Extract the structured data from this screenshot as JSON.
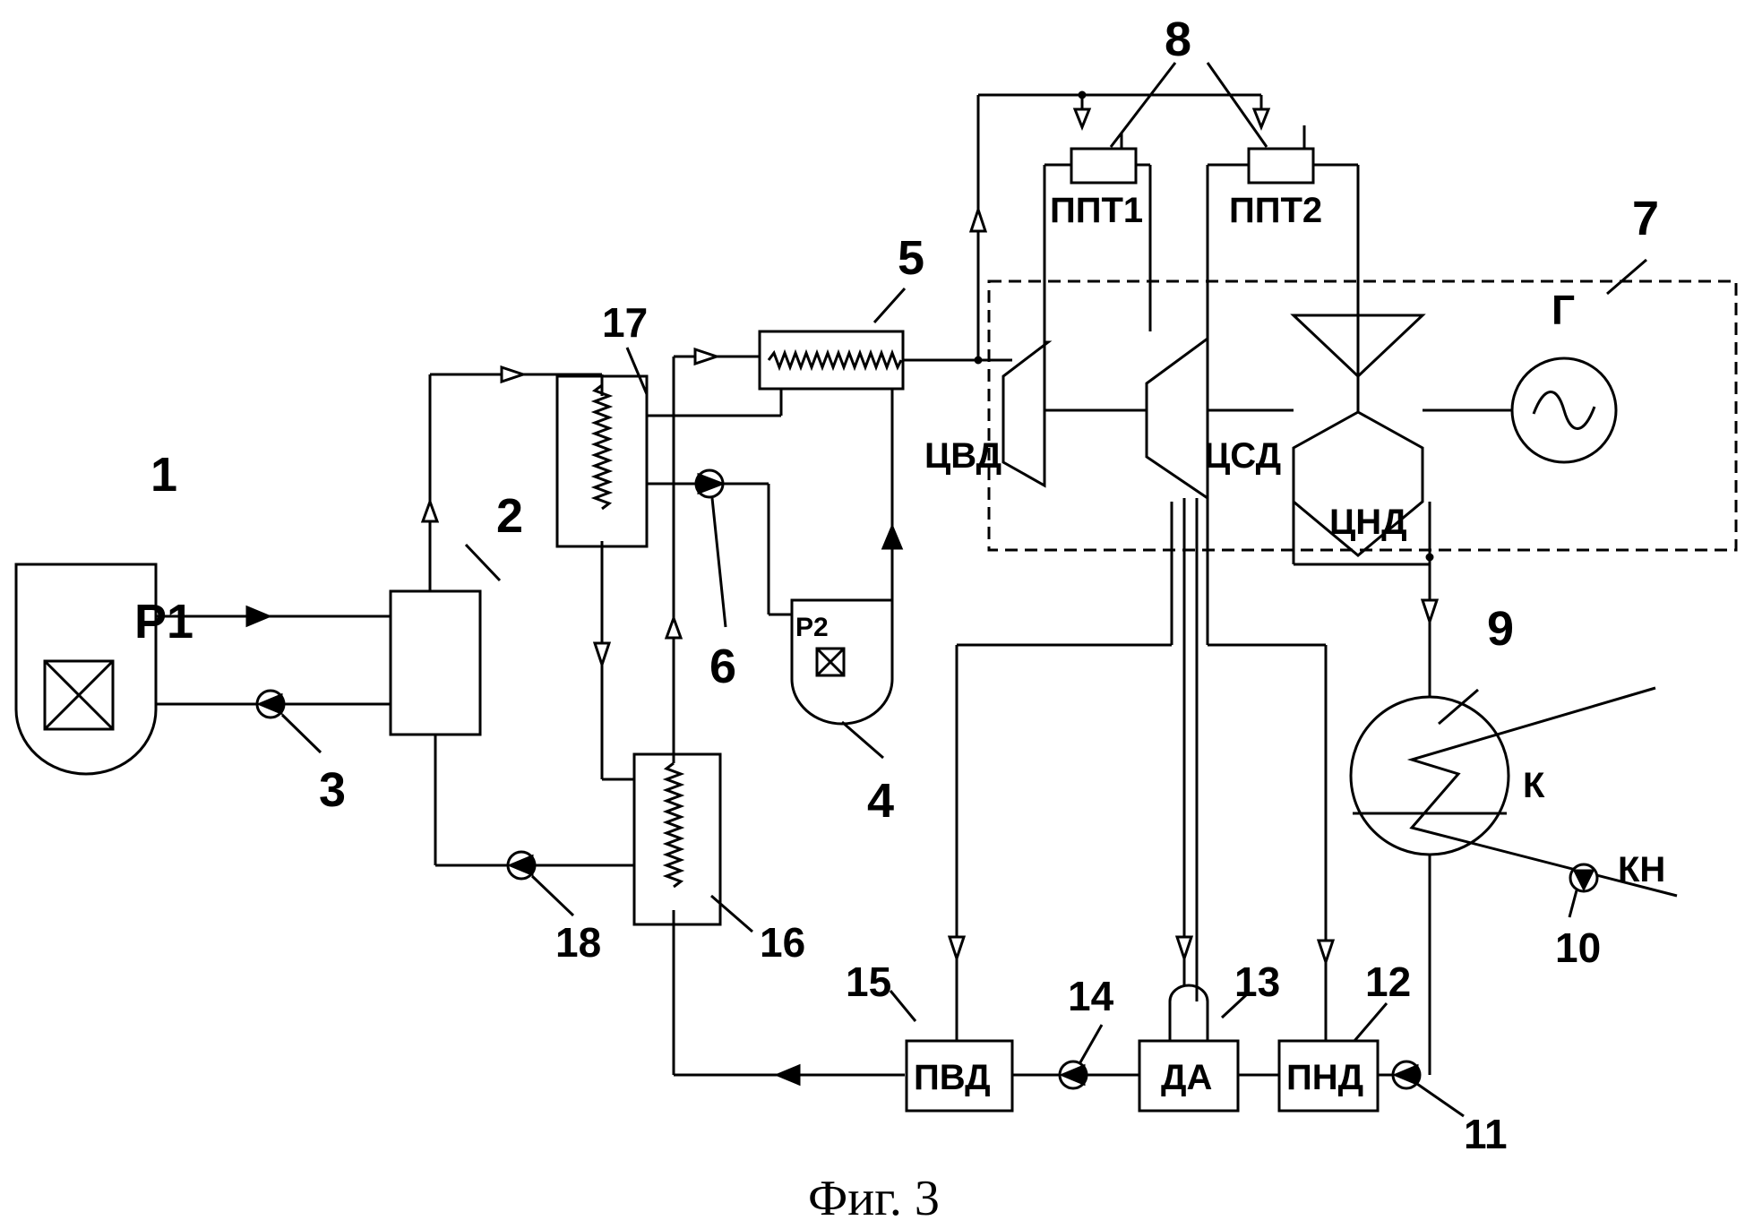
{
  "caption": "Фиг. 3",
  "numbers": {
    "n1": "1",
    "n2": "2",
    "n3": "3",
    "n4": "4",
    "n5": "5",
    "n6": "6",
    "n7": "7",
    "n8": "8",
    "n9": "9",
    "n10": "10",
    "n11": "11",
    "n12": "12",
    "n13": "13",
    "n14": "14",
    "n15": "15",
    "n16": "16",
    "n17": "17",
    "n18": "18"
  },
  "labels": {
    "reactor1": "P1",
    "reactor2": "P2",
    "hp_cyl": "ЦВД",
    "ip_cyl": "ЦСД",
    "lp_cyl": "ЦНД",
    "reheater1": "ППТ1",
    "reheater2": "ППТ2",
    "generator": "Г",
    "condenser": "К",
    "cond_pump": "КН",
    "hp_heater": "ПВД",
    "deaerator": "ДА",
    "lp_heater": "ПНД"
  }
}
